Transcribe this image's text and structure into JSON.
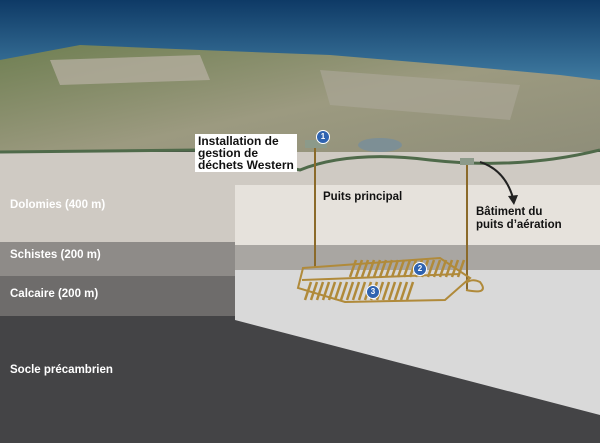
{
  "layers": [
    {
      "label": "Dolomies (400 m)"
    },
    {
      "label": "Schistes (200 m)"
    },
    {
      "label": "Calcaire (200 m)"
    },
    {
      "label": "Socle précambrien"
    }
  ],
  "callouts": {
    "facility": "Installation de\ngestion de\ndéchets Western",
    "main_shaft": "Puits principal",
    "ventilation": "Bâtiment du\npuits d’aération"
  },
  "markers": [
    "1",
    "2",
    "3"
  ],
  "colors": {
    "sea": "#1f4f7a",
    "land": "#7b8a5e",
    "dolomite": "#cfcac3",
    "shale": "#8e8b88",
    "limestone": "#6e6c6b",
    "bedrock": "#444446",
    "tunnels": "#b08a3a",
    "badge": "#2f63b0"
  }
}
